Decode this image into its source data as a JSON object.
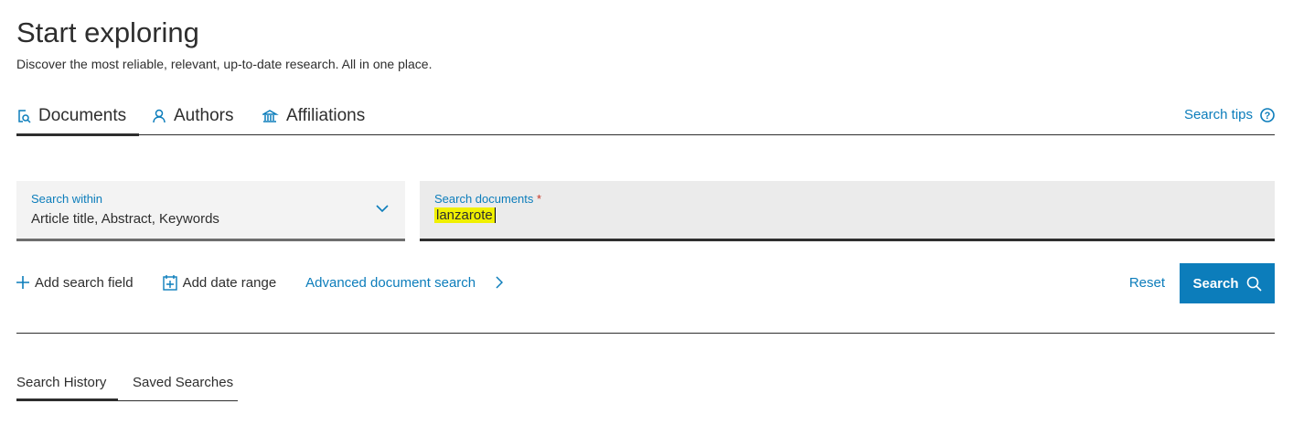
{
  "header": {
    "title": "Start exploring",
    "subtitle": "Discover the most reliable, relevant, up-to-date research. All in one place."
  },
  "tabs": [
    {
      "label": "Documents",
      "icon": "document-search-icon"
    },
    {
      "label": "Authors",
      "icon": "person-icon"
    },
    {
      "label": "Affiliations",
      "icon": "institution-icon"
    }
  ],
  "search_tips": "Search tips",
  "search_within": {
    "label": "Search within",
    "value": "Article title, Abstract, Keywords"
  },
  "search_documents": {
    "label": "Search documents",
    "required": "*",
    "value": "lanzarote"
  },
  "actions": {
    "add_field": "Add search field",
    "add_date": "Add date range",
    "advanced": "Advanced document search",
    "reset": "Reset",
    "search": "Search"
  },
  "history_tabs": [
    "Search History",
    "Saved Searches"
  ],
  "colors": {
    "accent": "#0c7dbb",
    "highlight": "#f0f000"
  }
}
